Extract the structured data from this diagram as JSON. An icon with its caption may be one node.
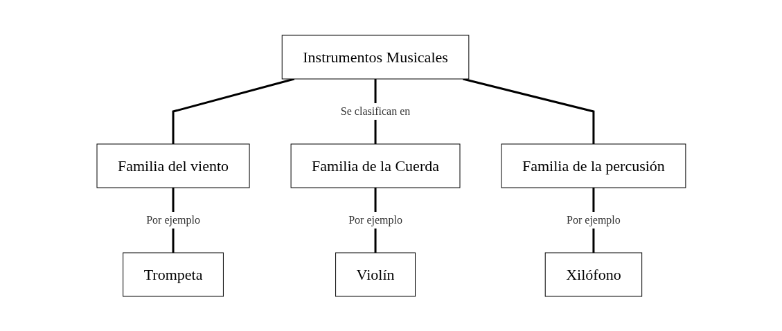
{
  "diagram": {
    "nodes": [
      {
        "text": [
          "Instrumentos Musicales"
        ]
      },
      {
        "text": [
          "Familia del viento"
        ]
      },
      {
        "text": [
          "Familia de la Cuerda"
        ]
      },
      {
        "text": [
          "Familia de la percusión"
        ]
      },
      {
        "text": [
          "Trompeta"
        ]
      },
      {
        "text": [
          "Violín"
        ]
      },
      {
        "text": [
          "Xilófono"
        ]
      }
    ],
    "edges": [
      {
        "from": 0,
        "to": 1,
        "arrow": "none"
      },
      {
        "from": 0,
        "to": 2,
        "arrow": "none",
        "label": "Se clasifican en"
      },
      {
        "from": 0,
        "to": 3,
        "arrow": "none"
      },
      {
        "from": 1,
        "to": 4,
        "arrow": "none",
        "label": "Por ejemplo"
      },
      {
        "from": 2,
        "to": 5,
        "arrow": "none",
        "label": "Por ejemplo"
      },
      {
        "from": 3,
        "to": 6,
        "arrow": "none",
        "label": "Por ejemplo"
      }
    ]
  }
}
